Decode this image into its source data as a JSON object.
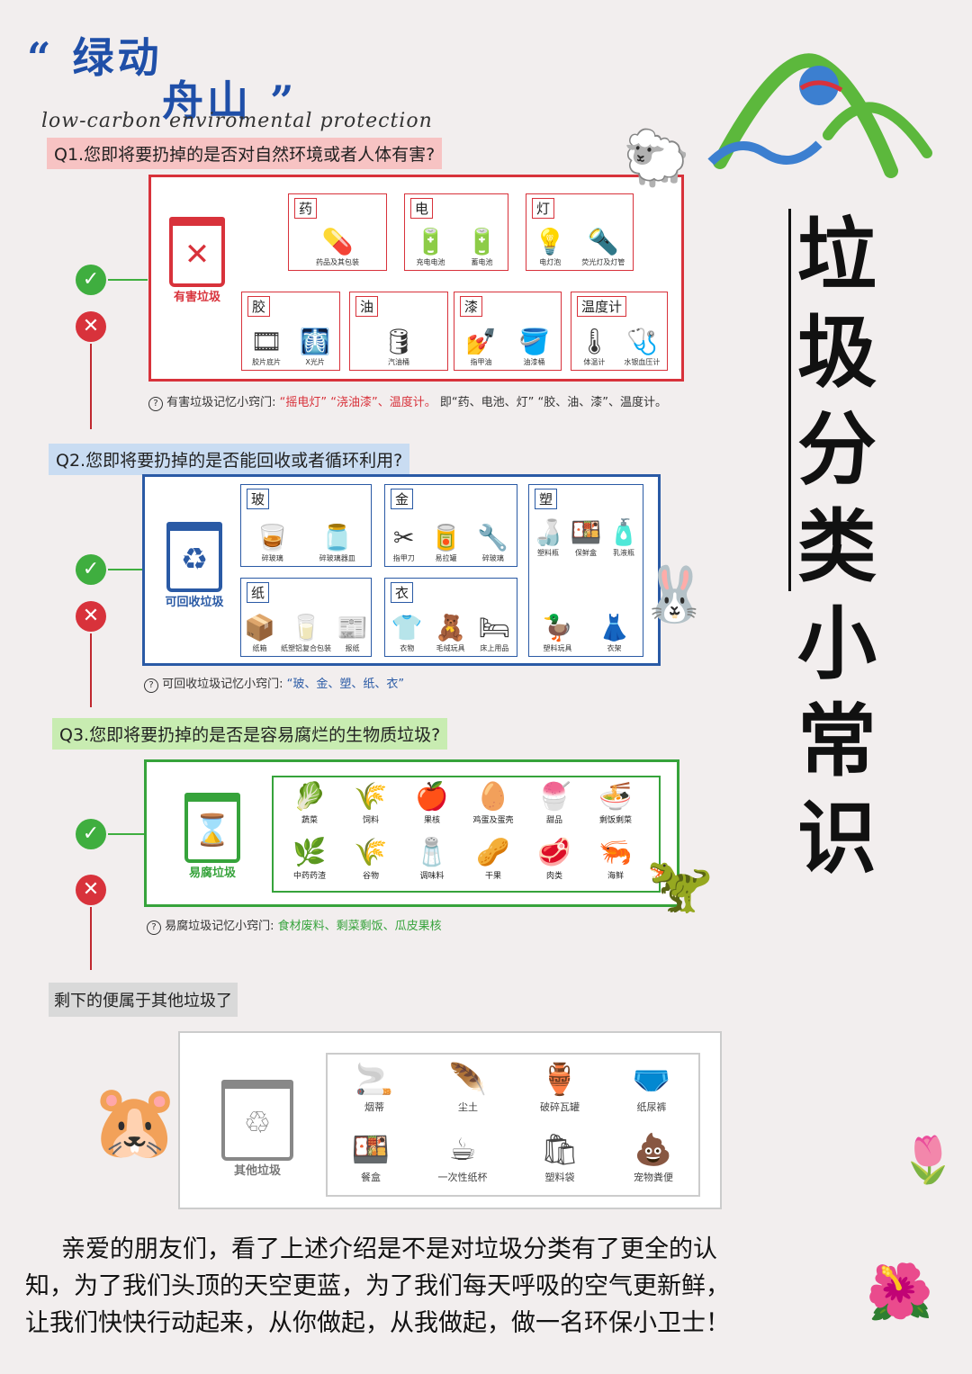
{
  "header": {
    "logo_line1": "“ 绿动",
    "logo_line2": "舟山 ”",
    "subtitle": "low-carbon enviromental protection"
  },
  "side_title": "垃圾分类小常识",
  "q1": {
    "question": "Q1.您即将要扔掉的是否对自然环境或者人体有害?",
    "bin_label": "有害垃圾",
    "categories": [
      {
        "label": "药",
        "items": [
          {
            "icon": "pill-icon",
            "name": "药品及其包装"
          }
        ]
      },
      {
        "label": "电",
        "items": [
          {
            "icon": "battery-icon",
            "name": "充电电池"
          },
          {
            "icon": "battery-icon",
            "name": "蓄电池"
          }
        ]
      },
      {
        "label": "灯",
        "items": [
          {
            "icon": "bulb-icon",
            "name": "电灯泡"
          },
          {
            "icon": "lamp-icon",
            "name": "荧光灯及灯管"
          }
        ]
      },
      {
        "label": "胶",
        "items": [
          {
            "icon": "film-icon",
            "name": "胶片底片"
          },
          {
            "icon": "xray-icon",
            "name": "X光片"
          }
        ]
      },
      {
        "label": "油",
        "items": [
          {
            "icon": "oil-icon",
            "name": "汽油桶"
          }
        ]
      },
      {
        "label": "漆",
        "items": [
          {
            "icon": "nail-polish-icon",
            "name": "指甲油"
          },
          {
            "icon": "paint-icon",
            "name": "油漆桶"
          }
        ]
      },
      {
        "label": "温度计",
        "items": [
          {
            "icon": "thermometer-icon",
            "name": "体温计"
          },
          {
            "icon": "blood-pressure-icon",
            "name": "水银血压计"
          }
        ]
      }
    ],
    "tip_prefix": "有害垃圾记忆小窍门:",
    "tip_highlight": "“摇电灯” “浇油漆”、温度计。",
    "tip_rest": "即“药、电池、灯” “胶、油、漆”、温度计。"
  },
  "q2": {
    "question": "Q2.您即将要扔掉的是否能回收或者循环利用?",
    "bin_label": "可回收垃圾",
    "categories": [
      {
        "label": "玻",
        "items": [
          {
            "icon": "glass-icon",
            "name": "碎玻璃"
          },
          {
            "icon": "glass-jar-icon",
            "name": "碎玻璃器皿"
          }
        ]
      },
      {
        "label": "金",
        "items": [
          {
            "icon": "clipper-icon",
            "name": "指甲刀"
          },
          {
            "icon": "can-icon",
            "name": "易拉罐"
          },
          {
            "icon": "shovel-icon",
            "name": "碎玻璃"
          }
        ]
      },
      {
        "label": "塑",
        "items": [
          {
            "icon": "bottle-icon",
            "name": "塑料瓶"
          },
          {
            "icon": "box-icon",
            "name": "保鲜盒"
          },
          {
            "icon": "bottle-icon",
            "name": "乳液瓶"
          },
          {
            "icon": "duck-icon",
            "name": "塑料玩具"
          },
          {
            "icon": "hanger-icon",
            "name": "衣架"
          }
        ]
      },
      {
        "label": "纸",
        "items": [
          {
            "icon": "carton-icon",
            "name": "纸箱"
          },
          {
            "icon": "milk-icon",
            "name": "纸塑铝复合包装"
          },
          {
            "icon": "newspaper-icon",
            "name": "报纸"
          }
        ]
      },
      {
        "label": "衣",
        "items": [
          {
            "icon": "clothes-icon",
            "name": "衣物"
          },
          {
            "icon": "bear-icon",
            "name": "毛绒玩具"
          },
          {
            "icon": "towel-icon",
            "name": "床上用品"
          }
        ]
      }
    ],
    "tip_prefix": "可回收垃圾记忆小窍门:",
    "tip_highlight": "“玻、金、塑、纸、衣”"
  },
  "q3": {
    "question": "Q3.您即将要扔掉的是否是容易腐烂的生物质垃圾?",
    "bin_label": "易腐垃圾",
    "items": [
      {
        "icon": "vegetable-icon",
        "name": "蔬菜"
      },
      {
        "icon": "feed-icon",
        "name": "饲料"
      },
      {
        "icon": "apple-core-icon",
        "name": "果核"
      },
      {
        "icon": "egg-icon",
        "name": "鸡蛋及蛋壳"
      },
      {
        "icon": "dessert-icon",
        "name": "甜品"
      },
      {
        "icon": "leftover-icon",
        "name": "剩饭剩菜"
      },
      {
        "icon": "herb-icon",
        "name": "中药药渣"
      },
      {
        "icon": "grain-icon",
        "name": "谷物"
      },
      {
        "icon": "salt-icon",
        "name": "调味料"
      },
      {
        "icon": "dried-fruit-icon",
        "name": "干果"
      },
      {
        "icon": "meat-icon",
        "name": "肉类"
      },
      {
        "icon": "shrimp-icon",
        "name": "海鲜"
      }
    ],
    "tip_prefix": "易腐垃圾记忆小窍门:",
    "tip_highlight": "食材废料、剩菜剩饭、瓜皮果核"
  },
  "rest": {
    "text": "剩下的便属于其他垃圾了",
    "bin_label": "其他垃圾",
    "items": [
      {
        "icon": "cigarette-icon",
        "name": "烟蒂"
      },
      {
        "icon": "duster-icon",
        "name": "尘土"
      },
      {
        "icon": "pot-icon",
        "name": "破碎瓦罐"
      },
      {
        "icon": "diaper-icon",
        "name": "纸尿裤"
      },
      {
        "icon": "lunchbox-icon",
        "name": "餐盒"
      },
      {
        "icon": "cup-icon",
        "name": "一次性纸杯"
      },
      {
        "icon": "plastic-bag-icon",
        "name": "塑料袋"
      },
      {
        "icon": "poop-icon",
        "name": "宠物粪便"
      }
    ]
  },
  "closing": {
    "line1": "亲爱的朋友们，看了上述介绍是不是对垃圾分类有了更全的认",
    "line2": "知，为了我们头顶的天空更蓝，为了我们每天呼吸的空气更新鲜，",
    "line3": "让我们快快行动起来，从你做起，从我做起，做一名环保小卫士！"
  },
  "colors": {
    "hazardous": "#d8323b",
    "recyclable": "#2a5aa5",
    "perishable": "#36a33b",
    "other": "#888888"
  },
  "glyphs": {
    "check": "✓",
    "cross": "✕",
    "help": "?"
  }
}
